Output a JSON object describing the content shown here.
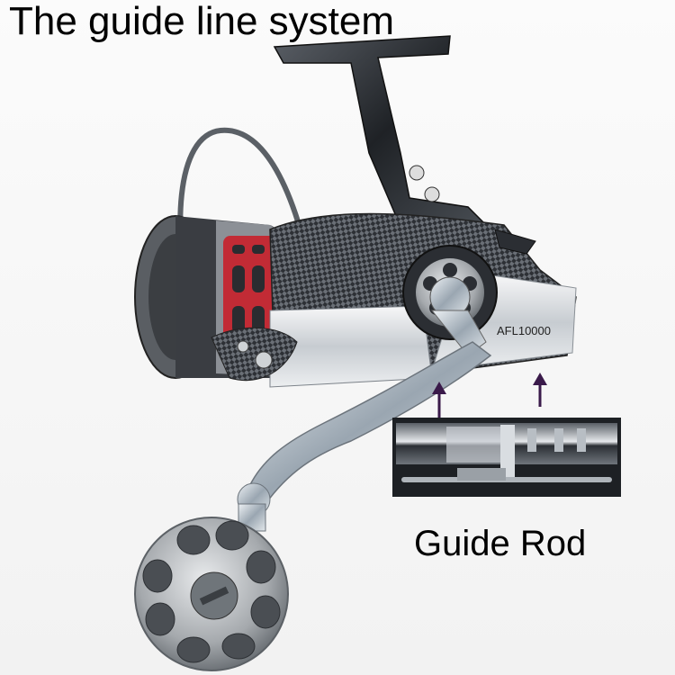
{
  "image": {
    "title": "The guide line system",
    "callout_label": "Guide Rod",
    "model_label": "AFL10000"
  },
  "colors": {
    "reel_body": "#3a3d42",
    "spool_accent": "#c8202a",
    "handle_metal": "#b8c2cc",
    "arrow": "#3a1a4a"
  }
}
